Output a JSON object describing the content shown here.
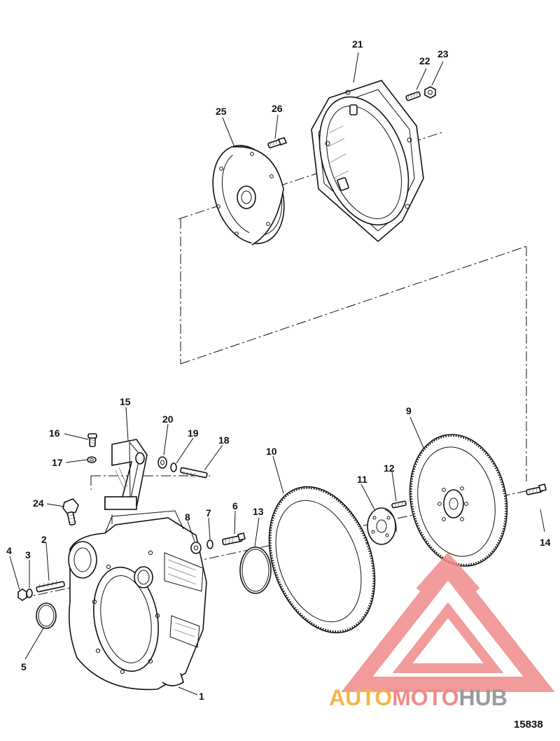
{
  "diagram": {
    "callouts": [
      "1",
      "2",
      "3",
      "4",
      "5",
      "6",
      "7",
      "8",
      "9",
      "10",
      "11",
      "12",
      "13",
      "14",
      "15",
      "16",
      "17",
      "18",
      "19",
      "20",
      "21",
      "22",
      "23",
      "24",
      "25",
      "26"
    ],
    "figure_number": "15838"
  },
  "watermark": {
    "word_1": "AUTO",
    "word_2": "MOTO",
    "word_3": "HUB",
    "color_1": "#f5b54a",
    "color_2": "#f08a8a",
    "color_3": "#9a9a9a"
  },
  "parts": {
    "flywheel_housing": "flywheel-housing",
    "ring_gear": "ring-gear",
    "flywheel": "flywheel",
    "coupler": "drive-coupler",
    "adapter_plate": "adapter-plate",
    "bell_housing": "bell-housing",
    "bracket": "mount-bracket",
    "sensor": "sensor"
  }
}
